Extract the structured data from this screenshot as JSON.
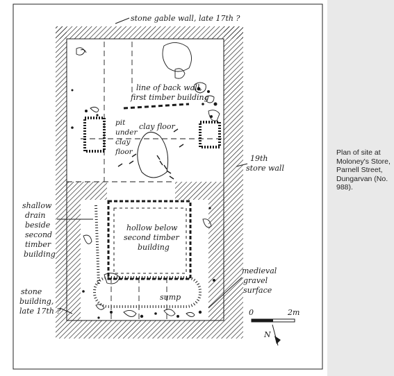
{
  "caption": "Plan of site at Moloney's Store, Parnell Street, Dungarvan (No. 988).",
  "labels": {
    "gable": "stone gable wall, late 17th ?",
    "back_wall_1": "line of back wall,",
    "back_wall_2": "first timber building",
    "clay_floor": "clay floor",
    "pit_1": "pit",
    "pit_2": "under",
    "pit_3": "clay",
    "pit_4": "floor",
    "store_wall_1": "19th",
    "store_wall_2": "store wall",
    "shallow_1": "shallow",
    "shallow_2": "drain",
    "shallow_3": "beside",
    "shallow_4": "second",
    "shallow_5": "timber",
    "shallow_6": "building",
    "hollow_1": "hollow below",
    "hollow_2": "second timber",
    "hollow_3": "building",
    "medieval_1": "medieval",
    "medieval_2": "gravel",
    "medieval_3": "surface",
    "sump": "sump",
    "stone_bldg_1": "stone",
    "stone_bldg_2": "building,",
    "stone_bldg_3": "late 17th ?",
    "scale_zero": "0",
    "scale_end": "2m",
    "north": "N"
  },
  "colors": {
    "ink": "#1a1a1a",
    "sheet": "#ffffff",
    "background": "#e9e9e9",
    "caption_text": "#222222"
  }
}
